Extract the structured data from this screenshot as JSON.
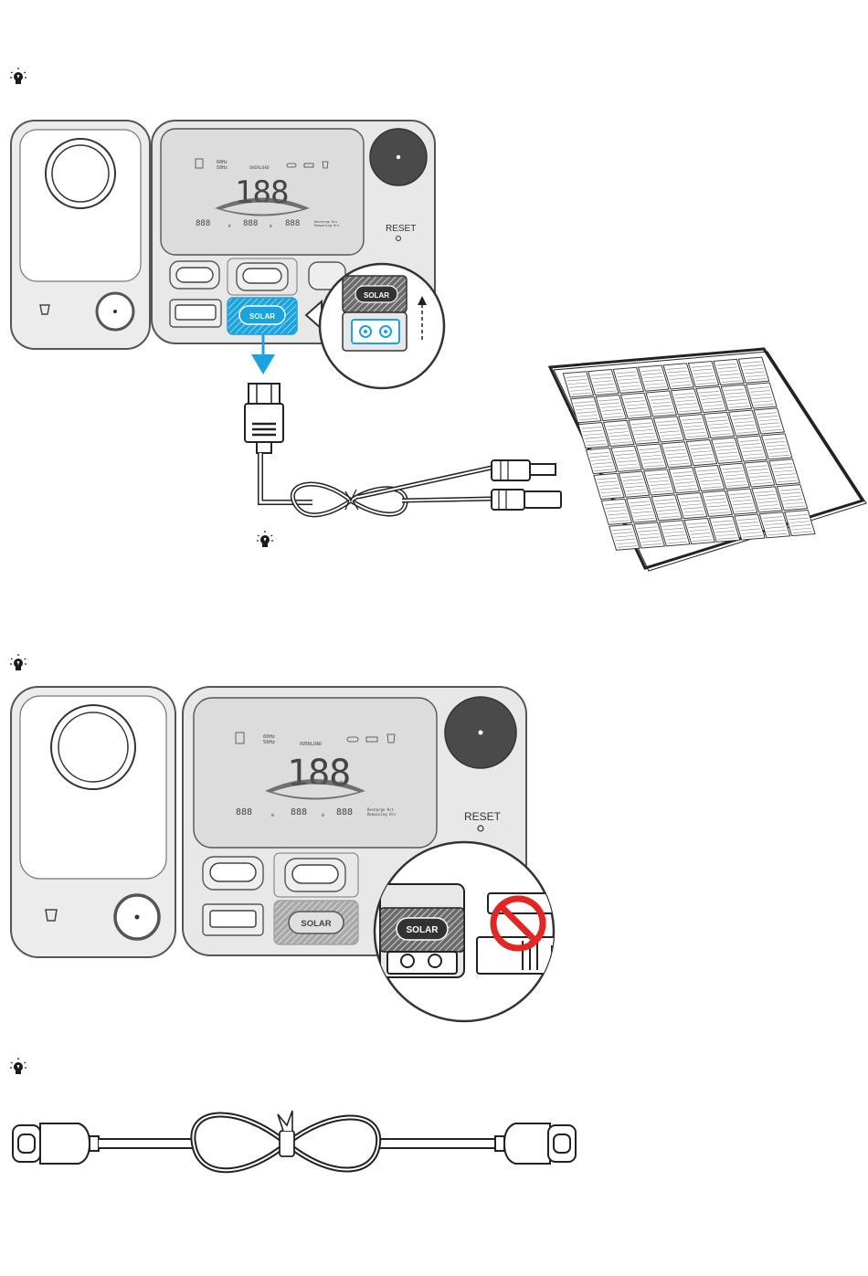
{
  "lcd": {
    "big_digits": "188",
    "percent": "%",
    "freq_top": "60Hz",
    "freq_bottom": "50Hz",
    "overload": "OVERLOAD",
    "in_digits": "888",
    "out_digits": "888",
    "unit_w": "W",
    "time_digits": "888",
    "recharge_hrs": "Recharge Hrs",
    "remaining_hrs": "Remaining Hrs"
  },
  "reset_label": "RESET",
  "solar_label": "SOLAR",
  "colors": {
    "accent": "#1aa3dc",
    "prohibited": "#e52521",
    "panel_grey": "#e6e6e6",
    "outline": "#1a1a1a"
  },
  "icons": [
    "tip-bulb-icon",
    "no-entry-icon",
    "arrow-down-icon",
    "arrow-up-icon"
  ]
}
